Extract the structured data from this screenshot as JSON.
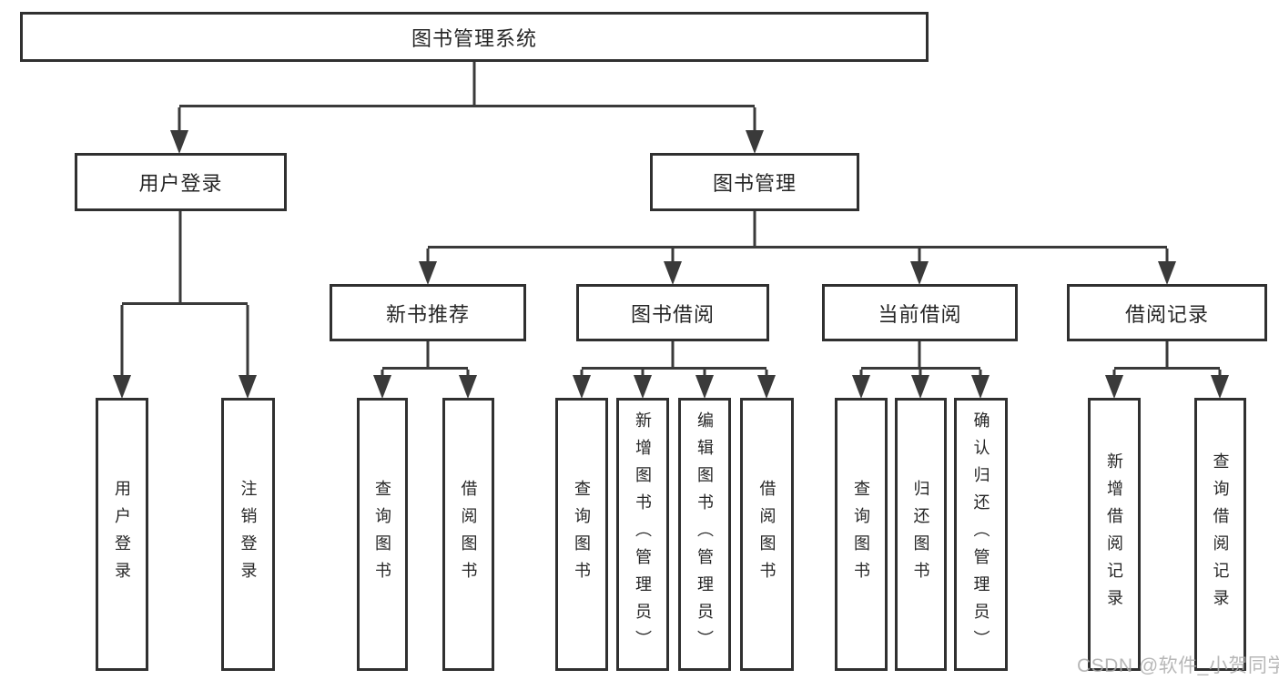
{
  "diagram": {
    "tree": {
      "label": "图书管理系统",
      "children": [
        {
          "label": "用户登录",
          "children": [
            {
              "label": "用户登录"
            },
            {
              "label": "注销登录"
            }
          ]
        },
        {
          "label": "图书管理",
          "children": [
            {
              "label": "新书推荐",
              "children": [
                {
                  "label": "查询图书"
                },
                {
                  "label": "借阅图书"
                }
              ]
            },
            {
              "label": "图书借阅",
              "children": [
                {
                  "label": "查询图书"
                },
                {
                  "label": "新增图书（管理员）"
                },
                {
                  "label": "编辑图书（管理员）"
                },
                {
                  "label": "借阅图书"
                }
              ]
            },
            {
              "label": "当前借阅",
              "children": [
                {
                  "label": "查询图书"
                },
                {
                  "label": "归还图书"
                },
                {
                  "label": "确认归还（管理员）"
                }
              ]
            },
            {
              "label": "借阅记录",
              "children": [
                {
                  "label": "新增借阅记录"
                },
                {
                  "label": "查询借阅记录"
                }
              ]
            }
          ]
        }
      ]
    }
  },
  "watermark": {
    "text": "CSDN @软件_小贺同学",
    "color": "#ababab"
  },
  "colors": {
    "line": "#3a3a3a",
    "box_border": "#303030",
    "box_fill": "#ffffff",
    "text": "#262626",
    "background": "#ffffff"
  }
}
